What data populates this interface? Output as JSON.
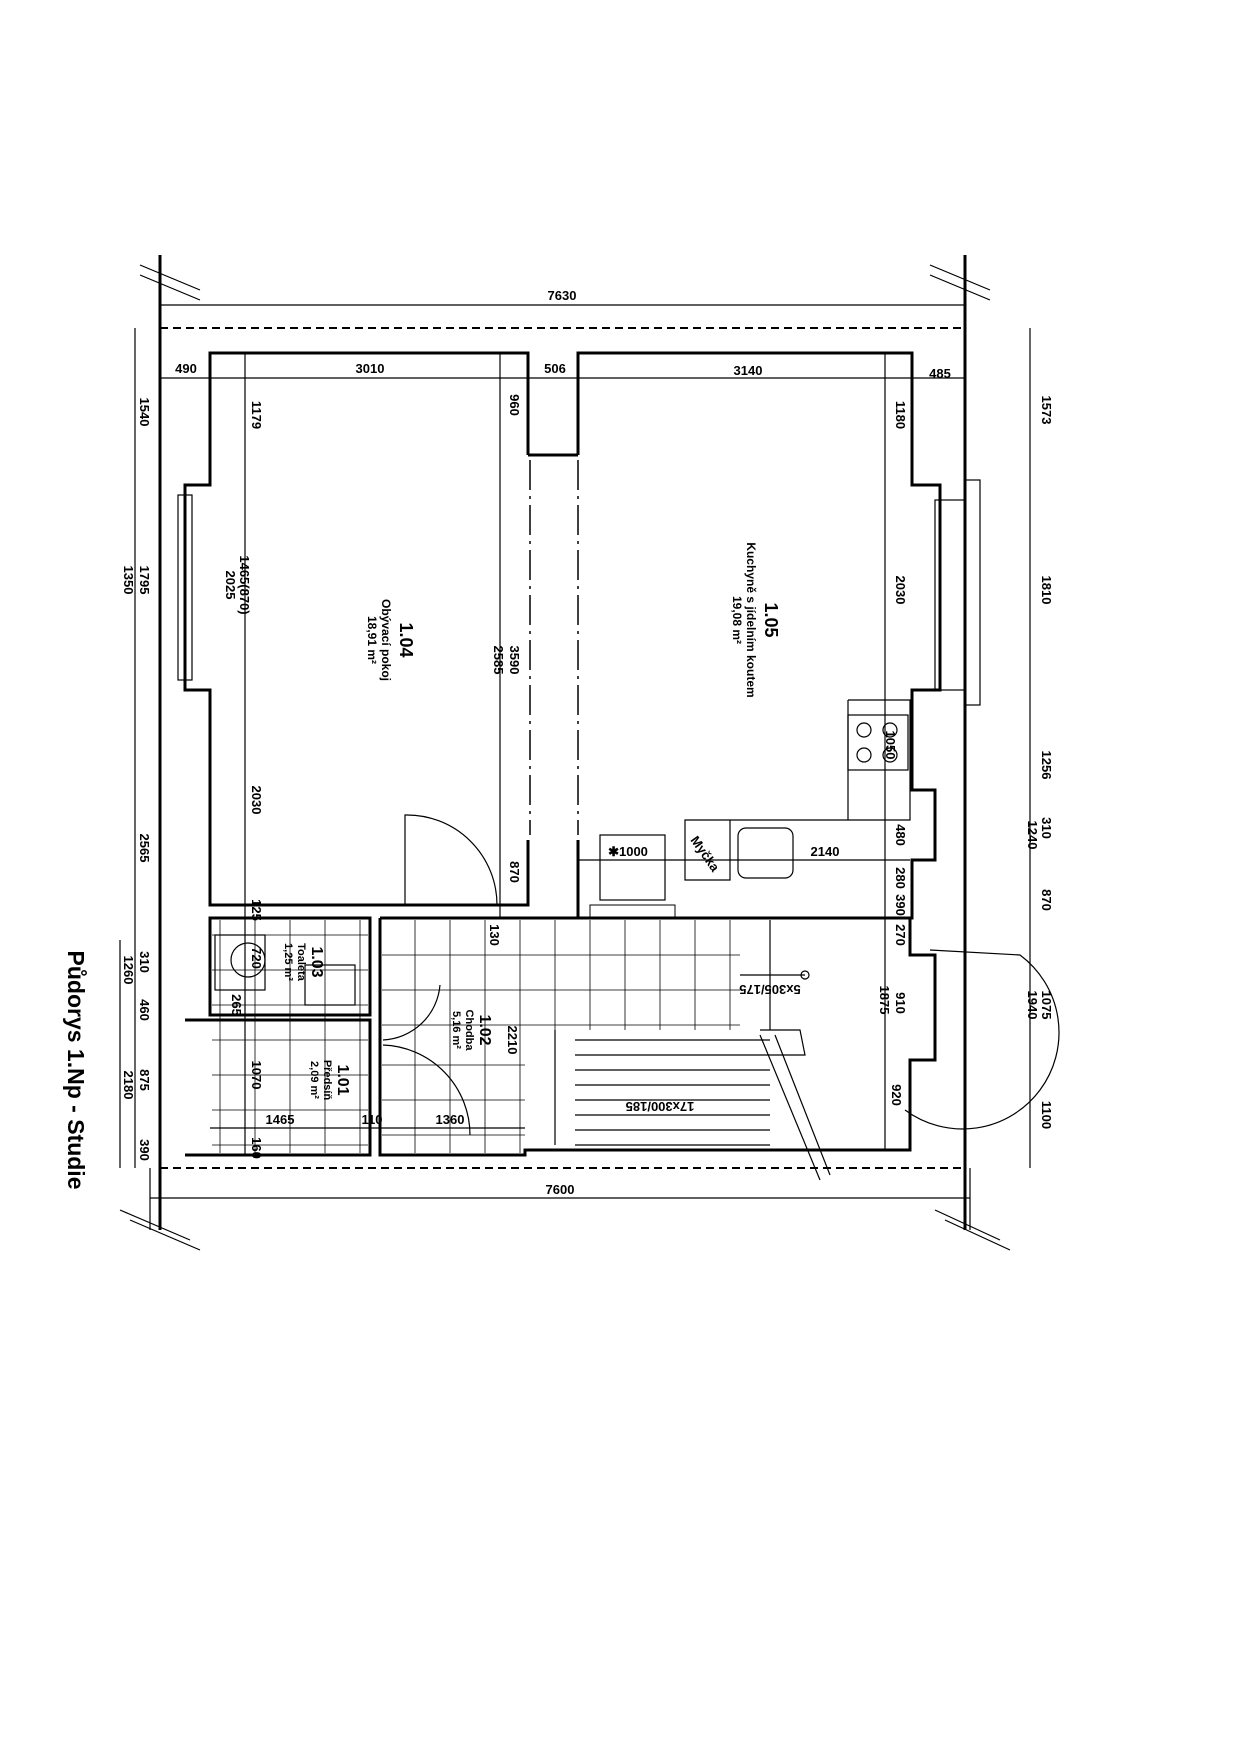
{
  "title": "Půdorys 1.Np - Studie",
  "rooms": [
    {
      "number": "1.01",
      "name": "Předsíň",
      "area": "2,09 m²"
    },
    {
      "number": "1.02",
      "name": "Chodba",
      "area": "5,16 m²"
    },
    {
      "number": "1.03",
      "name": "Toaleta",
      "area": "1,25 m²"
    },
    {
      "number": "1.04",
      "name": "Obývací pokoj",
      "area": "18,91 m²"
    },
    {
      "number": "1.05",
      "name": "Kuchyně s jídelním koutem",
      "area": "19,08 m²"
    }
  ],
  "dimensions": {
    "top_total": "7630",
    "bottom_total": "7600",
    "top": [
      "490",
      "3010",
      "506",
      "3140",
      "485"
    ],
    "left_outer": [
      "1350",
      "1260",
      "2180"
    ],
    "left": [
      "1540",
      "1795",
      "2565",
      "310",
      "460",
      "875",
      "390"
    ],
    "right": [
      "1573",
      "1810",
      "1256",
      "310",
      "870",
      "1075",
      "1100"
    ],
    "right_outer": [
      "1240",
      "1940"
    ],
    "living": [
      "1179",
      "2025",
      "1465(870)",
      "2030",
      "960",
      "3590",
      "2585",
      "870",
      "125"
    ],
    "hall": [
      "130",
      "720",
      "265",
      "1070",
      "1465",
      "110",
      "1360",
      "160",
      "2210"
    ],
    "kitchen": [
      "1180",
      "2030",
      "1050",
      "480",
      "2140",
      "280",
      "390",
      "270",
      "910",
      "1875",
      "920"
    ],
    "table": "✱1000",
    "dishwasher": "Myčka",
    "stairs_small": "5x305/175",
    "stairs_main": "17x300/185"
  }
}
